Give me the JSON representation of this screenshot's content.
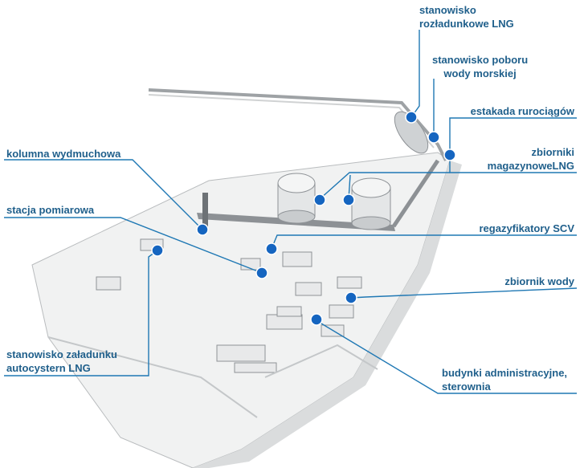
{
  "labels": {
    "rozladunkowe": "stanowisko\nrozładunkowe LNG",
    "poboru": "stanowisko poboru\nwody morskiej",
    "estakada": "estakada rurociągów",
    "zbiorniki": "zbiorniki\nmagazynoweLNG",
    "kolumna": "kolumna wydmuchowa",
    "stacja": "stacja pomiarowa",
    "regazyfikatory": "regazyfikatory SCV",
    "zbiornik_wody": "zbiornik wody",
    "zaladunku": "stanowisko załadunku\nautocystern LNG",
    "budynki": "budynki administracyjne,\nsterownia"
  },
  "colors": {
    "label_text": "#1f5f8b",
    "marker": "#1565c0",
    "leader": "#1f78b4"
  }
}
